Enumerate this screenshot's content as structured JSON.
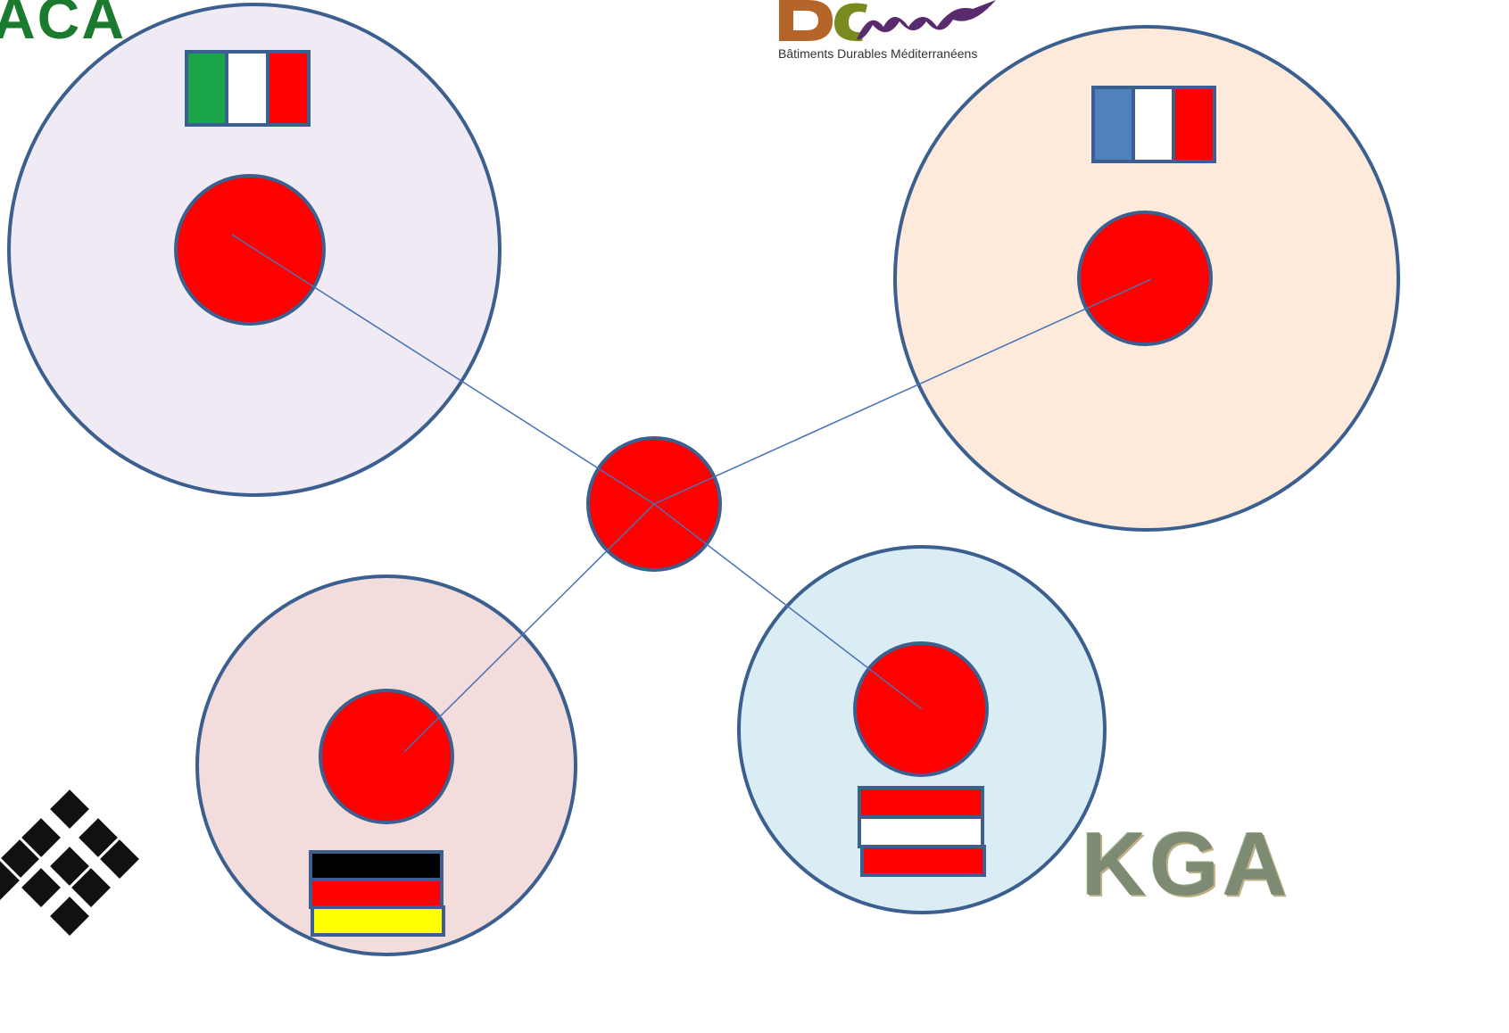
{
  "logos": {
    "top_left_text": "ACA",
    "top_center_caption": "Bâtiments Durables Méditerranéens",
    "bottom_right_text": "KGA"
  },
  "colors": {
    "outline": "#3b5f8f",
    "node_fill": "#ff0000",
    "connector": "#4a76b6",
    "italy_region": "#efeaf3",
    "france_region": "#fdeadb",
    "germany_region": "#f2dcdc",
    "austria_region": "#dbedf4",
    "aca_green": "#1a7a2e",
    "bdm_brown": "#b5642a",
    "bdm_green": "#7a8a1e",
    "bdm_purple": "#5a2a6e"
  },
  "regions": [
    {
      "name": "italy",
      "flag": "italy"
    },
    {
      "name": "france",
      "flag": "france"
    },
    {
      "name": "germany",
      "flag": "germany"
    },
    {
      "name": "austria",
      "flag": "austria"
    }
  ],
  "icons": [
    "aca-logo",
    "bdm-logo",
    "diamond-grid-logo",
    "kga-logo"
  ]
}
